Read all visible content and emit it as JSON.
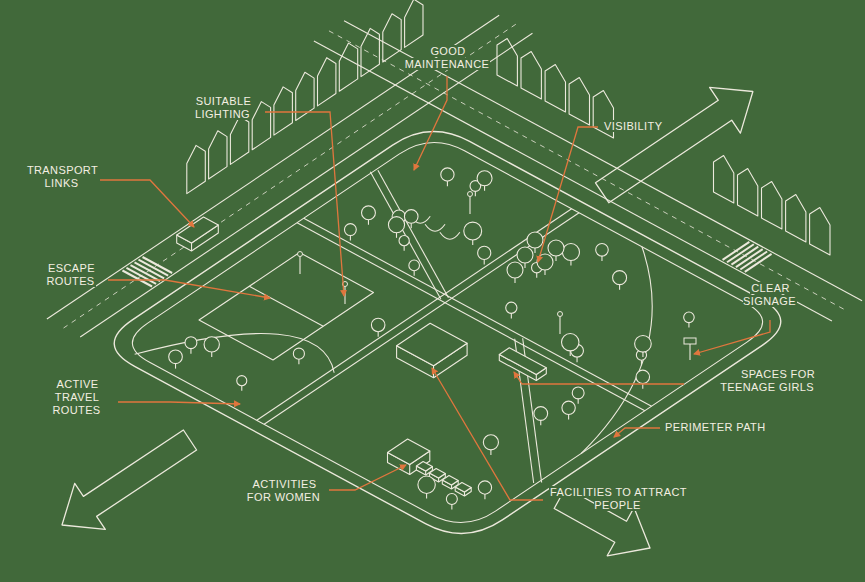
{
  "diagram": {
    "labels": [
      "TRANSPORT LINKS",
      "SUITABLE LIGHTING",
      "GOOD MAINTENANCE",
      "VISIBILITY",
      "ESCAPE ROUTES",
      "CLEAR SIGNAGE",
      "SPACES FOR TEENAGE GIRLS",
      "PERIMETER PATH",
      "ACTIVE TRAVEL ROUTES",
      "ACTIVITIES FOR WOMEN",
      "FACILITIES TO ATTRACT PEOPLE"
    ]
  }
}
